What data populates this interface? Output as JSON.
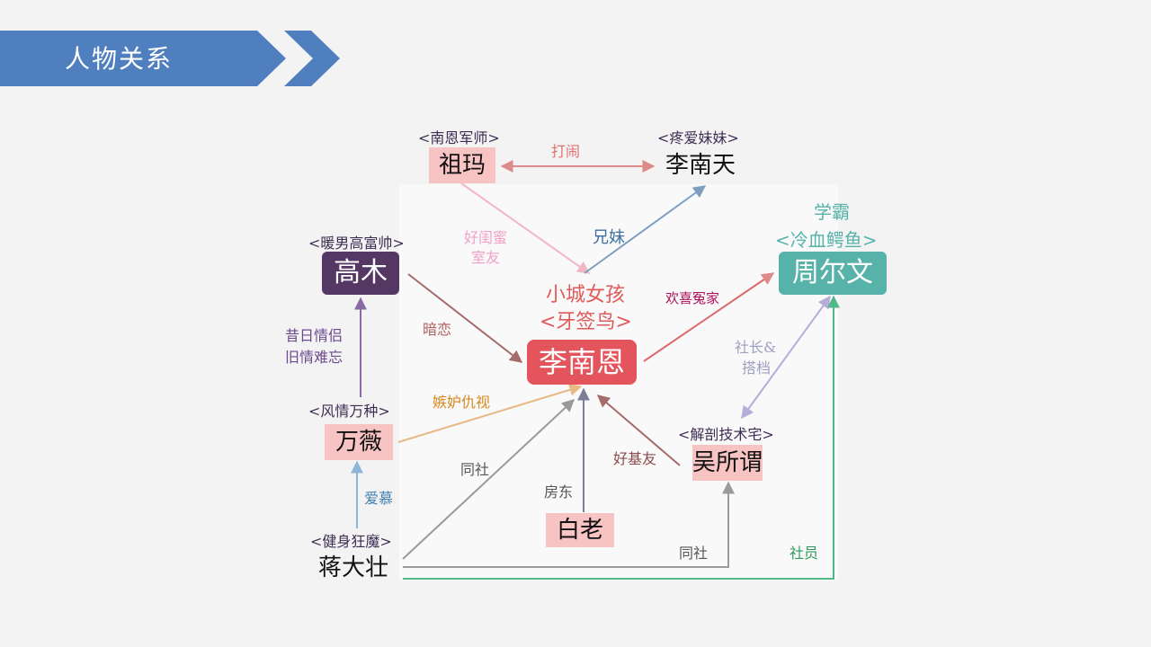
{
  "slide": {
    "title": "人物关系"
  },
  "nodes": {
    "zuma": {
      "name": "祖玛",
      "tag": "<南恩军师>"
    },
    "linantian": {
      "name": "李南天",
      "tag": "<疼爱妹妹>"
    },
    "gaomu": {
      "name": "高木",
      "tag": "<暖男高富帅>"
    },
    "zhouerwen": {
      "name": "周尔文",
      "tag_line1": "学霸",
      "tag_line2": "<冷血鳄鱼>"
    },
    "linanen": {
      "name": "李南恩",
      "tag_line1": "小城女孩",
      "tag_line2": "<牙签鸟>"
    },
    "wanwei": {
      "name": "万薇",
      "tag": "<风情万种>"
    },
    "wusuowei": {
      "name": "吴所谓",
      "tag": "<解剖技术宅>"
    },
    "bailao": {
      "name": "白老"
    },
    "jiangdazhuang": {
      "name": "蒋大壮",
      "tag": "<健身狂魔>"
    }
  },
  "edges": {
    "danao": "打闹",
    "xiongmei": "兄妹",
    "guimi_1": "好闺蜜",
    "guimi_2": "室友",
    "huanxi": "欢喜冤家",
    "anlian": "暗恋",
    "xiri_1": "昔日情侣",
    "xiri_2": "旧情难忘",
    "shezhang_1": "社长&",
    "shezhang_2": "搭档",
    "jidu": "嫉妒仇视",
    "haojiyou": "好基友",
    "tongshe_1": "同社",
    "fangdong": "房东",
    "aimu": "爱慕",
    "tongshe_2": "同社",
    "sheyuan": "社员"
  },
  "colors": {
    "header_blue": "#4f7fbf",
    "pink_box": "#f8c3c3",
    "red_box": "#e3545c",
    "purple_box": "#553764",
    "teal_box": "#57b3a9"
  }
}
